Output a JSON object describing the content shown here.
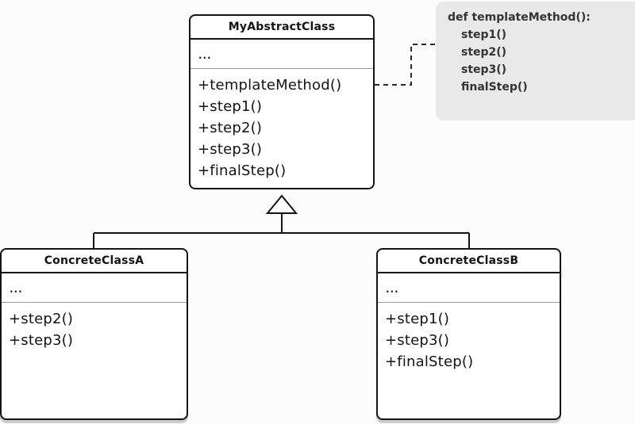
{
  "diagram_kind": "uml-class-diagram-template-method-pattern",
  "classes": {
    "abstract": {
      "name": "MyAbstractClass",
      "attributes_placeholder": "...",
      "methods": [
        "+templateMethod()",
        "+step1()",
        "+step2()",
        "+step3()",
        "+finalStep()"
      ]
    },
    "concrete_a": {
      "name": "ConcreteClassA",
      "attributes_placeholder": "...",
      "methods": [
        "+step2()",
        "+step3()"
      ]
    },
    "concrete_b": {
      "name": "ConcreteClassB",
      "attributes_placeholder": "...",
      "methods": [
        "+step1()",
        "+step3()",
        "+finalStep()"
      ]
    }
  },
  "note": {
    "lines": [
      "def templateMethod():",
      "step1()",
      "step2()",
      "step3()",
      "finalStep()"
    ]
  },
  "icons": {
    "generalization_arrowhead": "hollow-triangle-up"
  },
  "colors": {
    "box_border": "#141414",
    "box_fill": "#ffffff",
    "note_bg": "#e9e9e9",
    "thin_divider": "#9a9a9a",
    "box_shadow": "#cdcdcd",
    "connector": "#141414",
    "dashed_connector": "#2a2a2a",
    "note_text": "#333333"
  }
}
